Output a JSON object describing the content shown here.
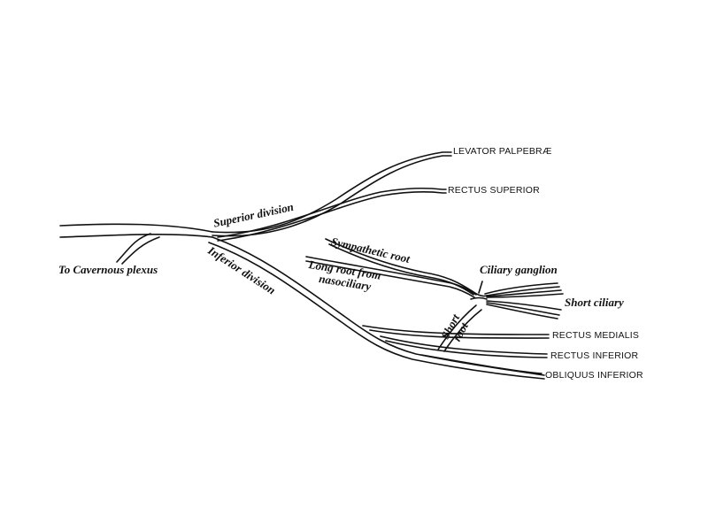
{
  "diagram": {
    "labels": {
      "levator": "LEVATOR PALPEBRÆ",
      "rectus_superior": "RECTUS SUPERIOR",
      "superior_division": "Superior division",
      "inferior_division": "Inferior division",
      "cavernous": "To Cavernous plexus",
      "sympathetic_root": "Sympathetic root",
      "long_root_line1": "Long root from",
      "long_root_line2": "nasociliary",
      "ciliary_ganglion": "Ciliary ganglion",
      "short_ciliary": "Short ciliary",
      "short_root_line1": "Short",
      "short_root_line2": "root",
      "rectus_medialis": "RECTUS MEDIALIS",
      "rectus_inferior": "RECTUS INFERIOR",
      "obliquus_inferior": "OBLIQUUS INFERIOR"
    },
    "colors": {
      "ink": "#111111",
      "background": "#ffffff"
    }
  }
}
